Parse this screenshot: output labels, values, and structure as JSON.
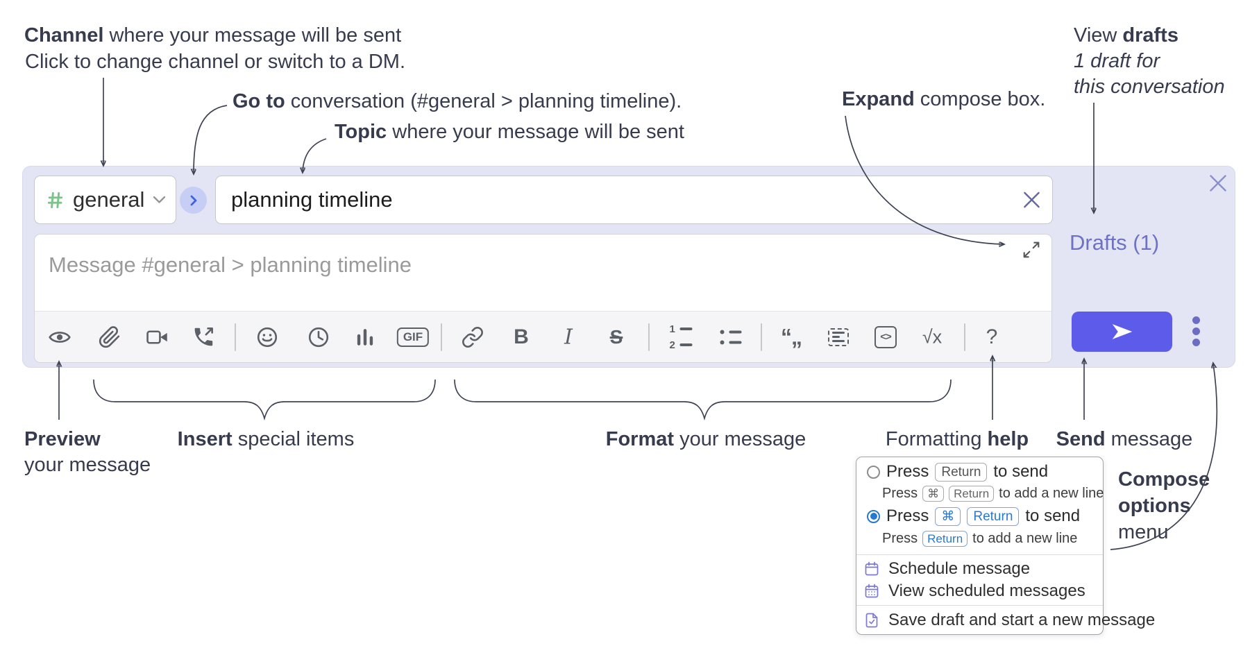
{
  "colors": {
    "accent_send": "#5d5bea",
    "compose_background": "#e3e5f4",
    "drafts_link": "#6d72c7",
    "annotation_text": "#363b4e",
    "radio_selected_blue": "#2779d0",
    "menu_icon_purple": "#7b78d6",
    "toolbar_icon_gray": "#5b5f66",
    "channel_hash_green": "#79c487"
  },
  "annotations": {
    "channel": {
      "bold": "Channel",
      "rest": " where your message will be sent",
      "sub": "Click to change channel or switch to a DM."
    },
    "go_to": {
      "bold": "Go to",
      "rest": " conversation (#general > planning timeline)."
    },
    "topic": {
      "bold": "Topic",
      "rest": " where your message will be sent"
    },
    "expand": {
      "bold": "Expand",
      "rest": " compose box."
    },
    "view_drafts": {
      "pre": "View ",
      "bold": "drafts",
      "line2": "1 draft for",
      "line3": "this conversation"
    },
    "preview": {
      "bold": "Preview",
      "line2": "your message"
    },
    "insert": {
      "bold": "Insert",
      "rest": " special items"
    },
    "format": {
      "bold": "Format",
      "rest": " your message"
    },
    "formatting_help": {
      "pre": "Formatting ",
      "bold": "help"
    },
    "send": {
      "bold": "Send",
      "rest": " message"
    },
    "compose_options": {
      "line1": "Compose",
      "line2": "options",
      "line3": "menu"
    }
  },
  "compose": {
    "channel": "general",
    "topic": "planning timeline",
    "message_placeholder": "Message #general > planning timeline",
    "drafts_link": "Drafts (1)",
    "toolbar": {
      "icons": [
        "preview",
        "attach-file",
        "start-video-call",
        "start-voice-call",
        "add-emoji",
        "add-global-time",
        "add-poll",
        "add-gif",
        "link",
        "bold",
        "italic",
        "strikethrough",
        "numbered-list",
        "bulleted-list",
        "quote",
        "spoiler",
        "code",
        "math",
        "help"
      ],
      "glyphs": {
        "gif": "GIF",
        "bold": "B",
        "italic": "I",
        "strike": "S",
        "code": "<>",
        "math": "√x",
        "help": "?"
      }
    }
  },
  "options_menu": {
    "radios": [
      {
        "selected": false,
        "pre": "Press",
        "keys": [
          "Return"
        ],
        "post": "to send",
        "sub_pre": "Press",
        "sub_keys": [
          "⌘",
          "Return"
        ],
        "sub_post": "to add a new line"
      },
      {
        "selected": true,
        "pre": "Press",
        "keys": [
          "⌘",
          "Return"
        ],
        "post": "to send",
        "sub_pre": "Press",
        "sub_keys": [
          "Return"
        ],
        "sub_post": "to add a new line"
      }
    ],
    "items": [
      "Schedule message",
      "View scheduled messages",
      "Save draft and start a new message"
    ]
  }
}
